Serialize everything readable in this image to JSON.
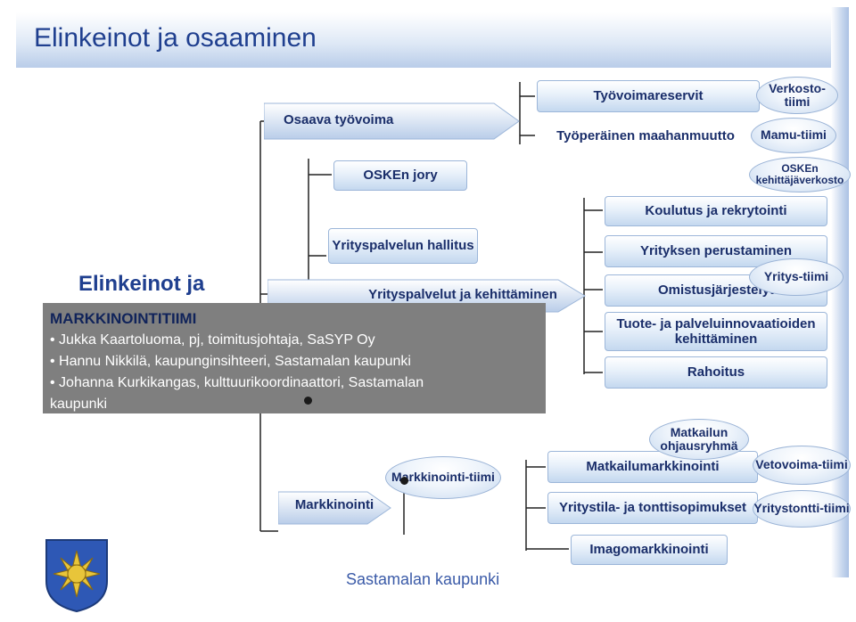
{
  "slide": {
    "title": "Elinkeinot ja osaaminen",
    "footer": "Sastamalan kaupunki"
  },
  "left_tree": {
    "osaava": "Osaava työvoima",
    "jory": "OSKEn jory",
    "hallitus": "Yrityspalvelun hallitus",
    "kehittaminen": "Yrityspalvelut ja kehittäminen",
    "elinkeinot": "Elinkeinot ja",
    "markkinointi": "Markkinointi",
    "markkinointitiimi": "Markkinointi-tiimi"
  },
  "info_box": {
    "heading": "MARKKINOINTITIIMI",
    "lines": [
      "• Jukka Kaartoluoma, pj, toimitusjohtaja, SaSYP Oy",
      "• Hannu Nikkilä, kaupunginsihteeri, Sastamalan kaupunki",
      "• Johanna Kurkikangas, kulttuurikoordinaattori, Sastamalan",
      "kaupunki"
    ]
  },
  "right_items": {
    "tyovoimareservit": "Työvoimareservit",
    "maahanmuutto": "Työperäinen maahanmuutto",
    "koulutus": "Koulutus ja rekrytointi",
    "perustaminen": "Yrityksen perustaminen",
    "omistus": "Omistusjärjestelyt",
    "tuote": "Tuote- ja palveluinnovaatioiden kehittäminen",
    "rahoitus": "Rahoitus",
    "matkailumarkkinointi": "Matkailumarkkinointi",
    "yritystila": "Yritystila- ja tonttisopimukset",
    "imago": "Imagomarkkinointi"
  },
  "ovals": {
    "verkosto": "Verkosto-tiimi",
    "mamu": "Mamu-tiimi",
    "oskenverkosto": "OSKEn kehittäjäverkosto",
    "yritys": "Yritys-tiimi",
    "matkailu": "Matkailun ohjausryhmä",
    "vetovoima": "Vetovoima-tiimi",
    "yritystontti": "Yritystontti-tiimi"
  },
  "colors": {
    "title": "#1f3f8f",
    "node_text": "#1a2e6a",
    "info_box_bg": "#7f7f7f",
    "arrow": "#b9cde9"
  }
}
